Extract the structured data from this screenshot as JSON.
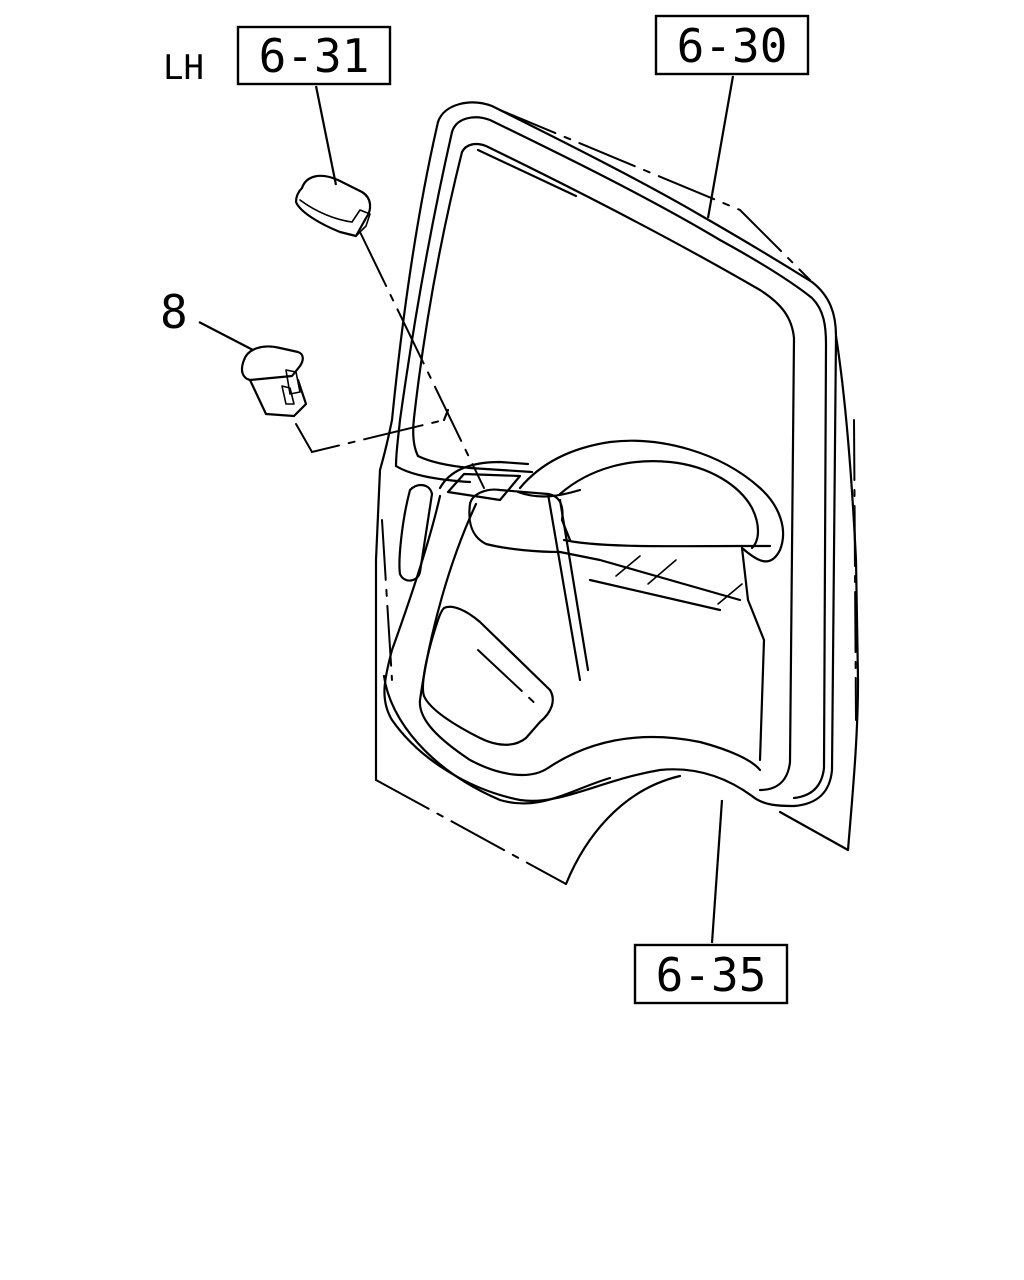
{
  "labels": {
    "lh_prefix": "LH",
    "ref_6_31": "6-31",
    "ref_6_30": "6-30",
    "ref_6_35": "6-35",
    "part_8": "8"
  }
}
